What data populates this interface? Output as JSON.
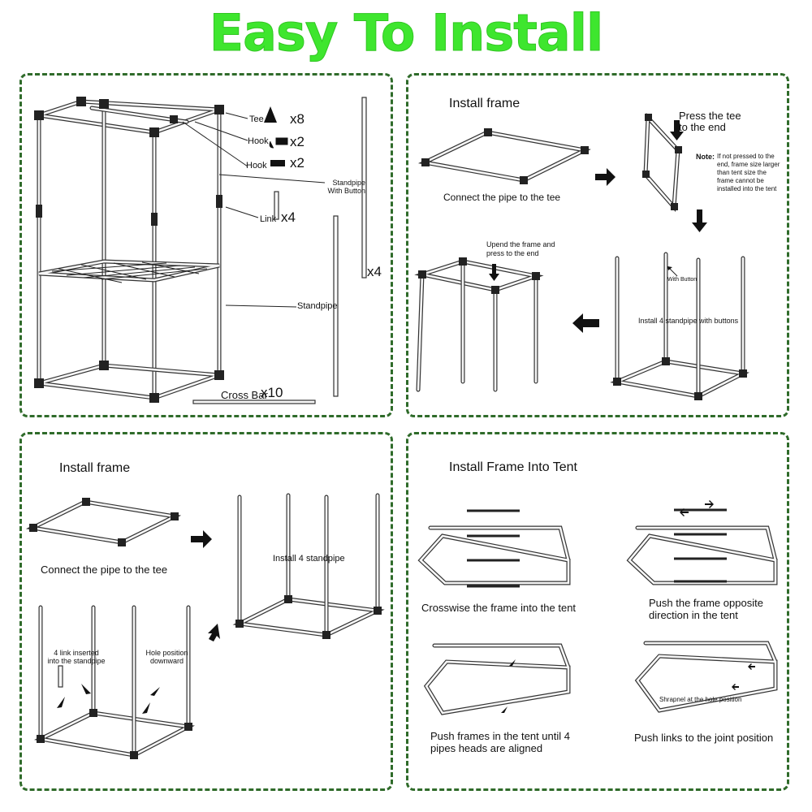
{
  "title": "Easy To Install",
  "colors": {
    "title": "#3ee62e",
    "border": "#2f6b2a"
  },
  "parts": {
    "tee": "Tee",
    "tee_qty": "x8",
    "hook1": "Hook",
    "hook1_qty": "x2",
    "hook2": "Hook",
    "hook2_qty": "x2",
    "standpipe_button": "Standpipe With Button",
    "link": "Link",
    "link_qty": "x4",
    "standpipe_qty": "x4",
    "standpipe": "Standpipe",
    "crossbar": "Cross Bar",
    "crossbar_qty": "x10"
  },
  "panel2": {
    "heading": "Install frame",
    "press_tee": "Press the tee to the end",
    "note_label": "Note:",
    "note_text": "If not pressed to the end, frame size larger than tent size the frame cannot be installed into the tent",
    "connect": "Connect the pipe to the tee",
    "upend": "Upend the frame and press to the end",
    "with_button": "With Button",
    "install_standpipe": "Install 4 standpipe with buttons"
  },
  "panel3": {
    "heading": "Install frame",
    "connect": "Connect the pipe to the tee",
    "install_standpipe": "Install 4 standpipe",
    "link_inserted": "4 link inserted into the standpipe",
    "hole_position": "Hole position downward"
  },
  "panel4": {
    "heading": "Install Frame Into Tent",
    "crosswise": "Crosswise the frame into the tent",
    "push_opposite": "Push the frame opposite direction in the tent",
    "push_aligned": "Push frames in the tent until 4 pipes heads are aligned",
    "shrapnel": "Shrapnel at the hole position",
    "push_links": "Push links to the joint position"
  }
}
